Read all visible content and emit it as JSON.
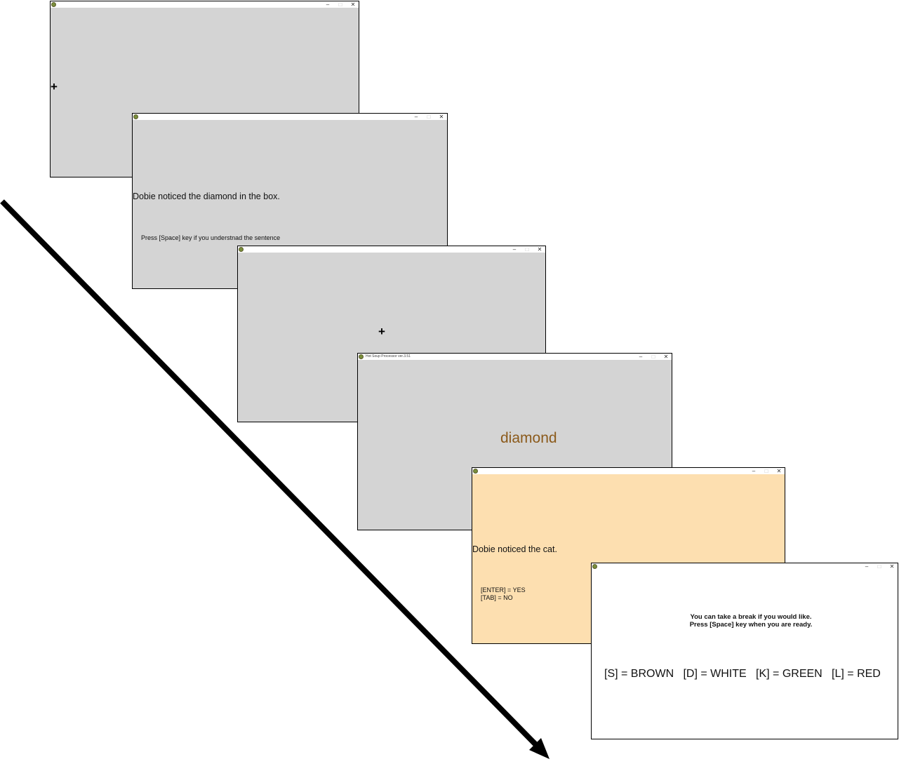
{
  "windows": {
    "w1": {
      "fixation": "+"
    },
    "w2": {
      "sentence": "Dobie noticed the diamond in the box.",
      "instruction": "Press [Space] key if you understnad the sentence"
    },
    "w3": {
      "fixation": "+"
    },
    "w4": {
      "title": "Hot Soup Processor ver.3.51",
      "word": "diamond",
      "word_color": "#8b5a1b"
    },
    "w5": {
      "sentence": "Dobie noticed the cat.",
      "option_yes": "[ENTER] = YES",
      "option_no": "[TAB] = NO",
      "background": "#fddfb0"
    },
    "w6": {
      "break_line1": "You can take a break if you would like.",
      "break_line2": "Press [Space] key when you are ready.",
      "mapping": "[S] = BROWN   [D] = WHITE   [K] = GREEN   [L] = RED"
    }
  },
  "window_controls": {
    "minimize": "–",
    "maximize": "□",
    "close": "✕"
  },
  "colors": {
    "screen_gray": "#d4d4d4",
    "feedback_bg": "#fddfb0",
    "break_bg": "#ffffff"
  },
  "icons": [
    "app-icon",
    "minimize-icon",
    "maximize-icon",
    "close-icon",
    "time-arrow-icon"
  ]
}
